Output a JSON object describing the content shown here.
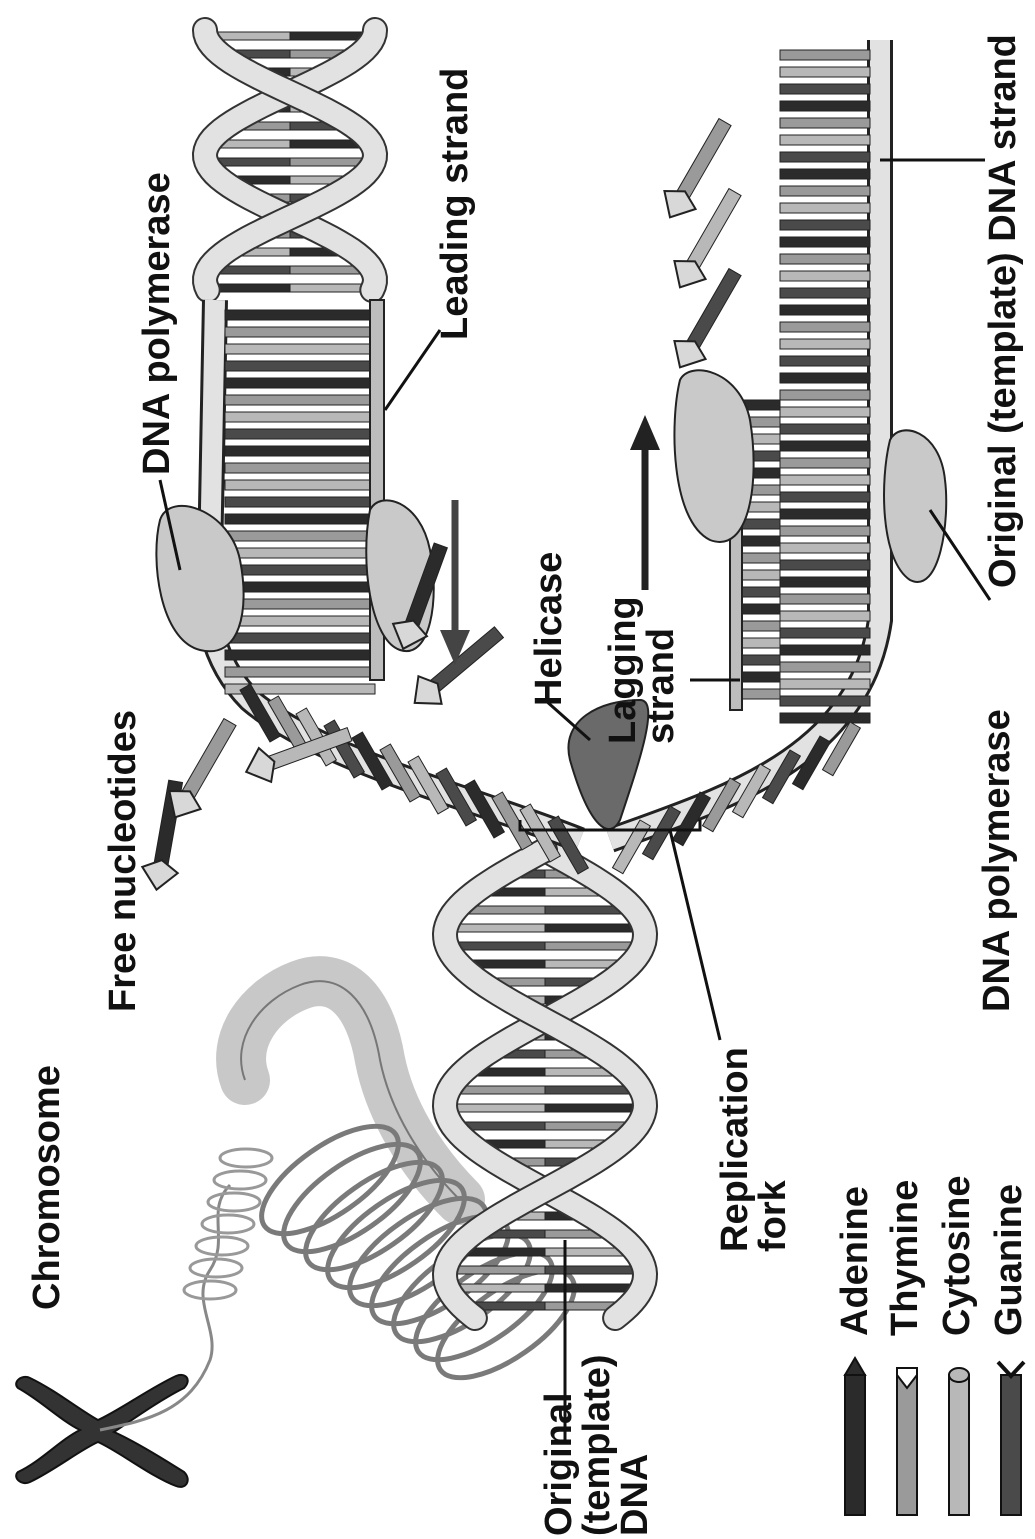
{
  "labels": {
    "chromosome": "Chromosome",
    "original_dna": "Original\n(template)\nDNA",
    "free_nucleotides": "Free nucleotides",
    "dna_polymerase_top": "DNA polymerase",
    "leading_strand": "Leading strand",
    "helicase": "Helicase",
    "lagging_strand": "Lagging\nstrand",
    "replication_fork": "Replication\nfork",
    "dna_polymerase_bottom": "DNA polymerase",
    "original_template_strand": "Original (template) DNA strand"
  },
  "legend": [
    {
      "label": "Adenine",
      "shape": "arrow-tip",
      "color": "#2b2b2b"
    },
    {
      "label": "Thymine",
      "shape": "notch",
      "color": "#9a9a9a"
    },
    {
      "label": "Cytosine",
      "shape": "rounded",
      "color": "#b8b8b8"
    },
    {
      "label": "Guanine",
      "shape": "cup",
      "color": "#4a4a4a"
    }
  ],
  "colors": {
    "adenine": "#2b2b2b",
    "thymine": "#9a9a9a",
    "cytosine": "#b8b8b8",
    "guanine": "#4a4a4a",
    "backbone": "#e2e2e2",
    "enzyme": "#c9c9c9",
    "helicase": "#6a6a6a",
    "chromosome": "#333333"
  }
}
